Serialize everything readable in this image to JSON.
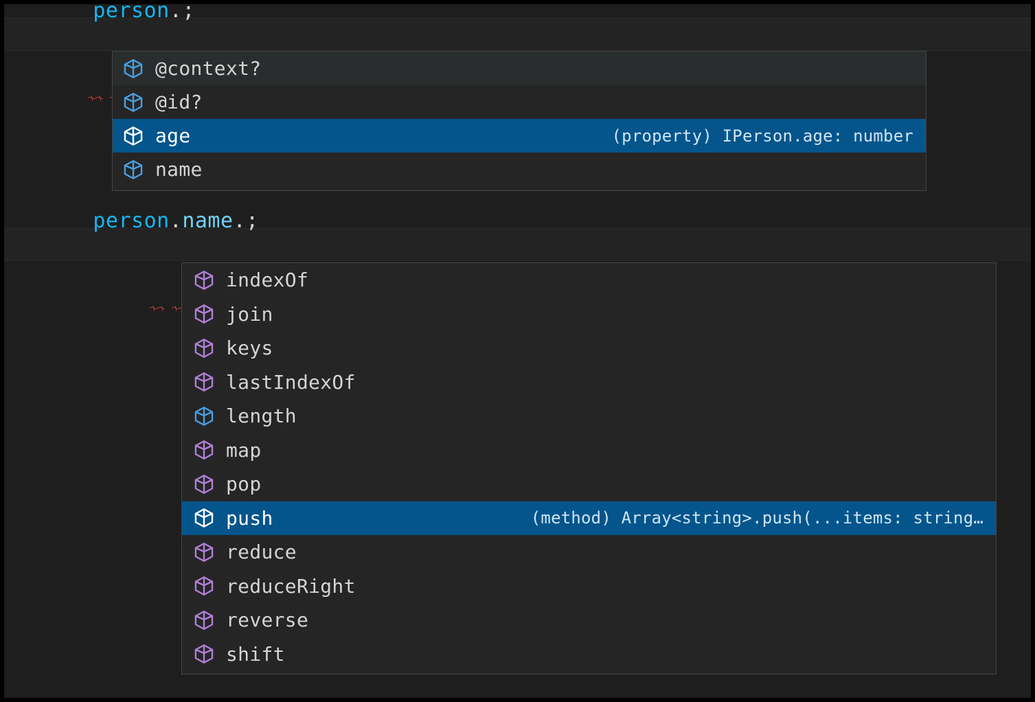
{
  "editor": {
    "background": "#1e1e1e",
    "current_line_background": "#232323",
    "lines": [
      {
        "id": "line-1",
        "segments": [
          {
            "text": "person",
            "kind": "variable",
            "color": "#13b7f5"
          },
          {
            "text": ".",
            "kind": "punctuation",
            "color": "#d4d4d4"
          },
          {
            "text": ";",
            "kind": "punctuation",
            "color": "#d4d4d4"
          }
        ],
        "plain": "person.;",
        "has_error_squiggles": true
      },
      {
        "id": "line-2",
        "segments": [
          {
            "text": "person",
            "kind": "variable",
            "color": "#13b7f5"
          },
          {
            "text": ".",
            "kind": "punctuation",
            "color": "#d4d4d4"
          },
          {
            "text": "name",
            "kind": "property",
            "color": "#6fd3f7"
          },
          {
            "text": ".",
            "kind": "punctuation",
            "color": "#d4d4d4"
          },
          {
            "text": ";",
            "kind": "punctuation",
            "color": "#d4d4d4"
          }
        ],
        "plain": "person.name.;",
        "has_error_squiggles": true
      }
    ],
    "error_squiggle_color": "#f04848"
  },
  "popups": [
    {
      "id": "popup-members",
      "name": "member-suggestion-popup",
      "border_color": "#454545",
      "background": "#252526",
      "selected_background": "#04558c",
      "items": [
        {
          "label": "@context?",
          "icon": "property-cube-icon",
          "icon_color": "#4a9fe0",
          "detail": "",
          "state": "hovered"
        },
        {
          "label": "@id?",
          "icon": "property-cube-icon",
          "icon_color": "#4a9fe0",
          "detail": "",
          "state": "normal"
        },
        {
          "label": "age",
          "icon": "property-cube-icon",
          "icon_color": "#ffffff",
          "detail": "(property) IPerson.age: number",
          "state": "selected"
        },
        {
          "label": "name",
          "icon": "property-cube-icon",
          "icon_color": "#4a9fe0",
          "detail": "",
          "state": "normal"
        }
      ]
    },
    {
      "id": "popup-array-members",
      "name": "array-member-suggestion-popup",
      "border_color": "#454545",
      "background": "#252526",
      "selected_background": "#04558c",
      "items": [
        {
          "label": "indexOf",
          "icon": "method-cube-icon",
          "icon_color": "#b180d7",
          "detail": "",
          "state": "normal"
        },
        {
          "label": "join",
          "icon": "method-cube-icon",
          "icon_color": "#b180d7",
          "detail": "",
          "state": "normal"
        },
        {
          "label": "keys",
          "icon": "method-cube-icon",
          "icon_color": "#b180d7",
          "detail": "",
          "state": "normal"
        },
        {
          "label": "lastIndexOf",
          "icon": "method-cube-icon",
          "icon_color": "#b180d7",
          "detail": "",
          "state": "normal"
        },
        {
          "label": "length",
          "icon": "property-cube-icon",
          "icon_color": "#4a9fe0",
          "detail": "",
          "state": "normal"
        },
        {
          "label": "map",
          "icon": "method-cube-icon",
          "icon_color": "#b180d7",
          "detail": "",
          "state": "normal"
        },
        {
          "label": "pop",
          "icon": "method-cube-icon",
          "icon_color": "#b180d7",
          "detail": "",
          "state": "normal"
        },
        {
          "label": "push",
          "icon": "method-cube-icon",
          "icon_color": "#ffffff",
          "detail": "(method) Array<string>.push(...items: string…",
          "state": "selected"
        },
        {
          "label": "reduce",
          "icon": "method-cube-icon",
          "icon_color": "#b180d7",
          "detail": "",
          "state": "normal"
        },
        {
          "label": "reduceRight",
          "icon": "method-cube-icon",
          "icon_color": "#b180d7",
          "detail": "",
          "state": "normal"
        },
        {
          "label": "reverse",
          "icon": "method-cube-icon",
          "icon_color": "#b180d7",
          "detail": "",
          "state": "normal"
        },
        {
          "label": "shift",
          "icon": "method-cube-icon",
          "icon_color": "#b180d7",
          "detail": "",
          "state": "normal"
        }
      ]
    }
  ]
}
